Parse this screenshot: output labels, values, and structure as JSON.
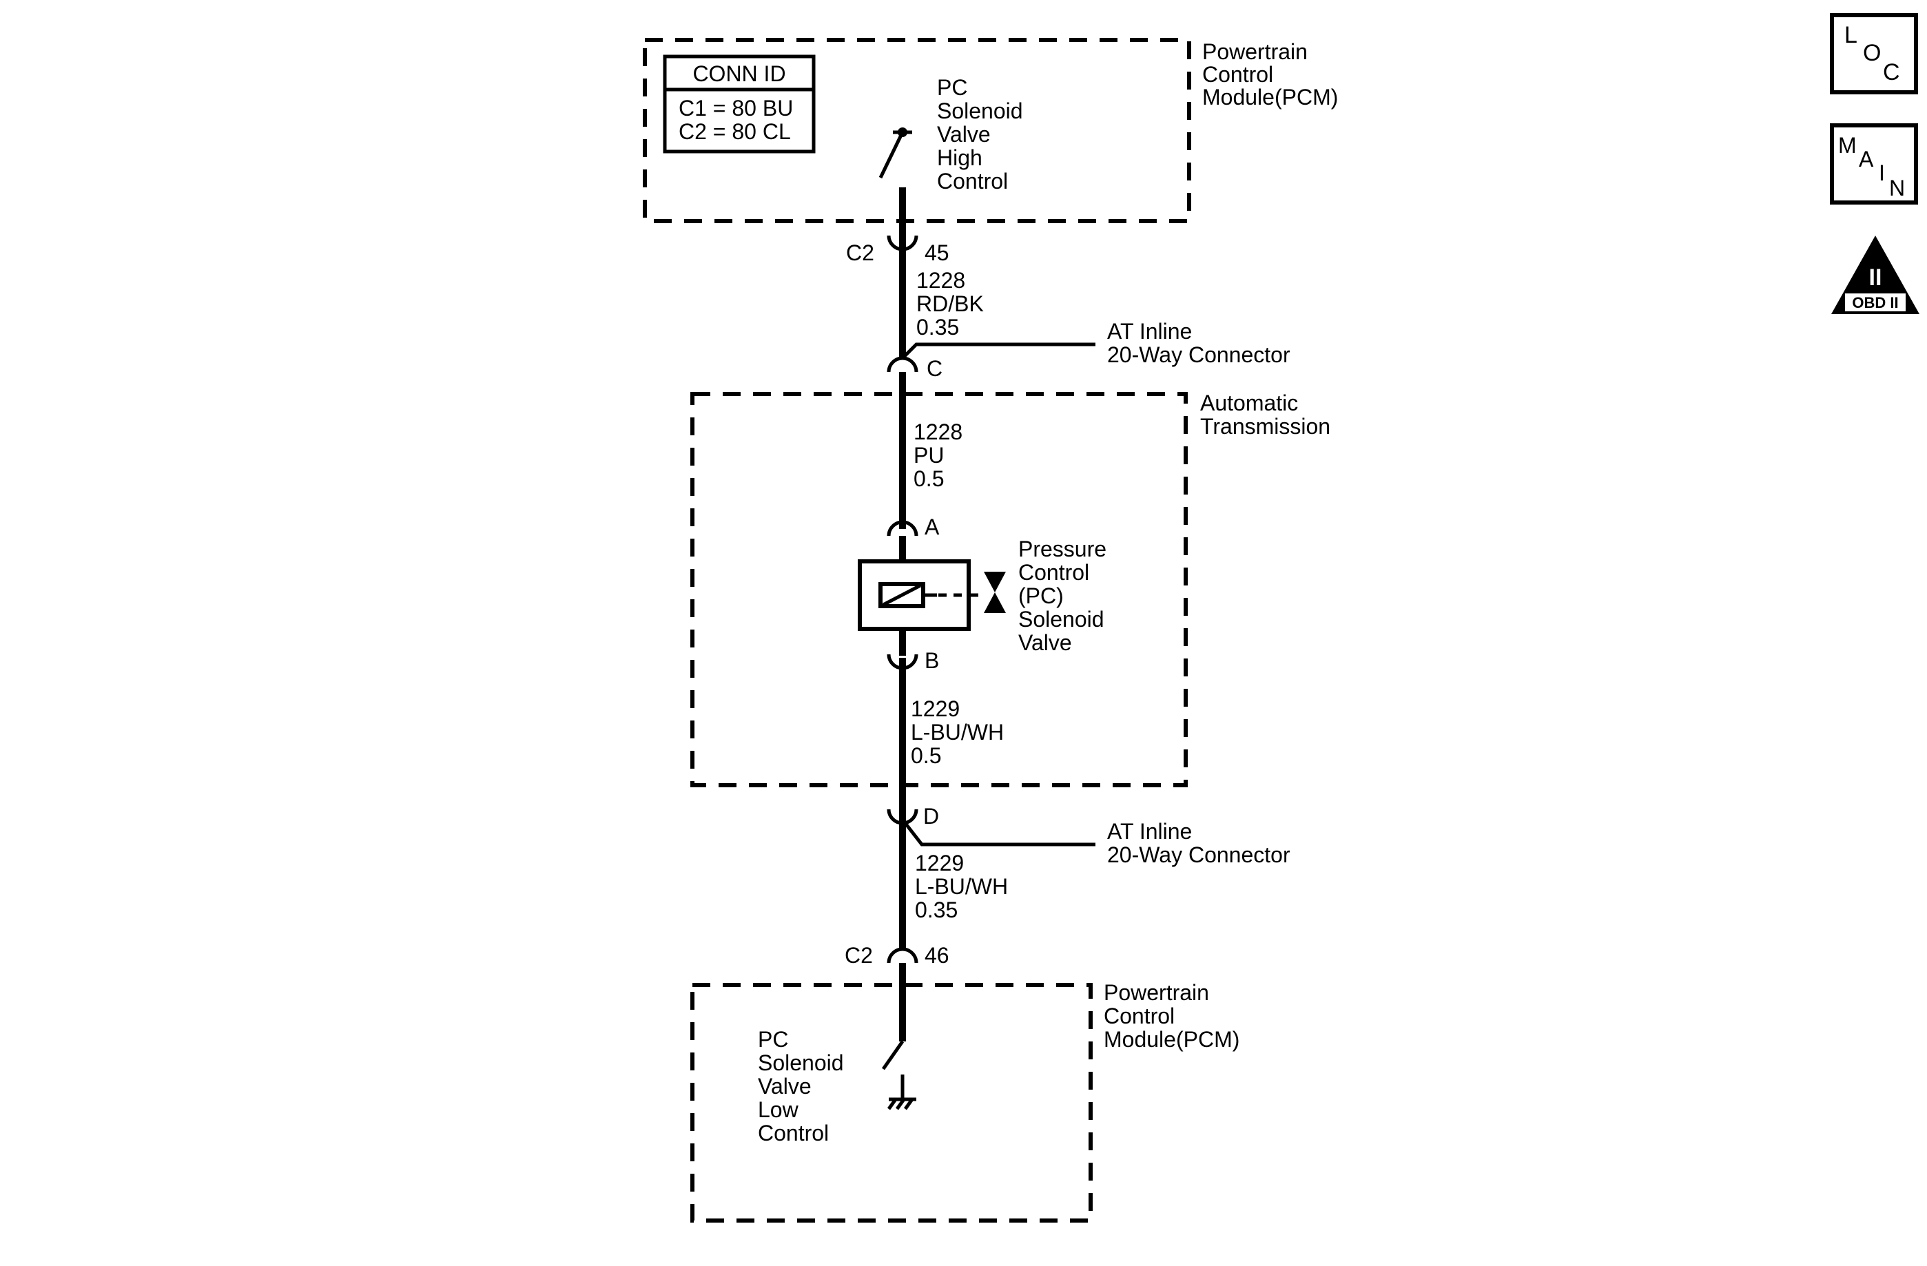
{
  "pcm_upper": {
    "label": [
      "Powertrain",
      "Control",
      "Module(PCM)"
    ],
    "conn_id": {
      "title": "CONN ID",
      "lines": [
        "C1 = 80 BU",
        "C2 = 80 CL"
      ]
    },
    "switch_label": [
      "PC",
      "Solenoid",
      "Valve",
      "High",
      "Control"
    ]
  },
  "connectors": {
    "c2_upper": {
      "name": "C2",
      "pin": "45"
    },
    "inline_c": {
      "pin": "C"
    },
    "sol_a": {
      "pin": "A"
    },
    "sol_b": {
      "pin": "B"
    },
    "inline_d": {
      "pin": "D"
    },
    "c2_lower": {
      "name": "C2",
      "pin": "46"
    }
  },
  "wires": {
    "w1": [
      "1228",
      "RD/BK",
      "0.35"
    ],
    "w2": [
      "1228",
      "PU",
      "0.5"
    ],
    "w3": [
      "1229",
      "L-BU/WH",
      "0.5"
    ],
    "w4": [
      "1229",
      "L-BU/WH",
      "0.35"
    ]
  },
  "inline_upper": [
    "AT Inline",
    "20-Way Connector"
  ],
  "inline_lower": [
    "AT Inline",
    "20-Way Connector"
  ],
  "transmission": {
    "label": [
      "Automatic",
      "Transmission"
    ]
  },
  "solenoid": {
    "label": [
      "Pressure",
      "Control",
      "(PC)",
      "Solenoid",
      "Valve"
    ]
  },
  "pcm_lower": {
    "label": [
      "Powertrain",
      "Control",
      "Module(PCM)"
    ],
    "switch_label": [
      "PC",
      "Solenoid",
      "Valve",
      "Low",
      "Control"
    ]
  },
  "nav_icons": {
    "loc": [
      "L",
      "O",
      "C"
    ],
    "main": [
      "M",
      "A",
      "I",
      "N"
    ],
    "obd": {
      "numeral": "II",
      "text": "OBD II"
    }
  }
}
